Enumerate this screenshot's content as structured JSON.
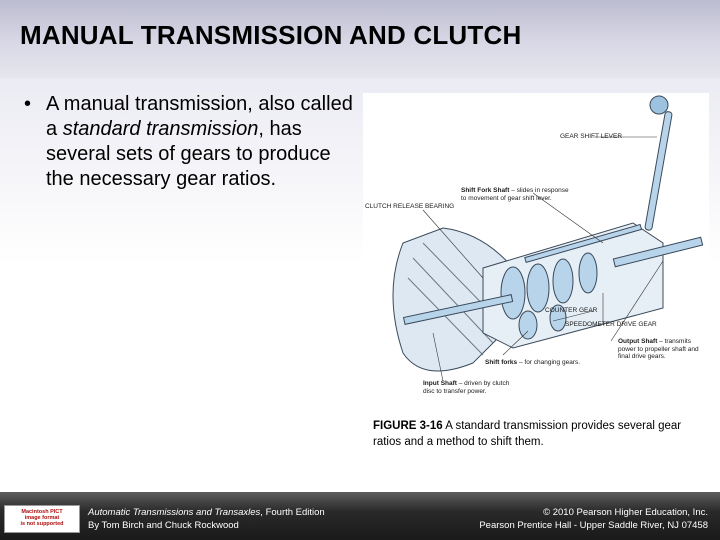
{
  "slide": {
    "title": "MANUAL TRANSMISSION AND CLUTCH",
    "bullet": {
      "symbol": "•",
      "text_part1": "A manual transmission, also called a ",
      "text_italic": "standard transmission",
      "text_part2": ", has several sets of gears to produce the necessary gear ratios."
    }
  },
  "figure": {
    "callouts": {
      "gear_shift_lever": "GEAR SHIFT LEVER",
      "shift_fork_shaft_bold": "Shift Fork Shaft",
      "shift_fork_shaft_desc": " – slides in response to movement of gear shift lever.",
      "clutch_release_bearing": "CLUTCH RELEASE BEARING",
      "counter_gear": "COUNTER GEAR",
      "speedometer_drive_gear": "SPEEDOMETER DRIVE GEAR",
      "output_shaft_bold": "Output Shaft",
      "output_shaft_desc": " – transmits power to propeller shaft and final drive gears.",
      "shift_forks_bold": "Shift forks",
      "shift_forks_desc": " – for changing gears.",
      "input_shaft_bold": "Input Shaft",
      "input_shaft_desc": " – driven by clutch disc to transfer power."
    },
    "caption_label": "FIGURE 3-16",
    "caption_text": " A standard transmission provides several gear ratios and a method to shift them."
  },
  "footer": {
    "logo_text": [
      "Macintosh PICT",
      "image format",
      "is not supported"
    ],
    "book_title": "Automatic Transmissions and Transaxles",
    "edition": ", Fourth Edition",
    "authors": "By Tom Birch and Chuck Rockwood",
    "copyright": "© 2010 Pearson Higher Education, Inc.",
    "publisher": "Pearson Prentice Hall - Upper Saddle River, NJ 07458"
  },
  "colors": {
    "part_fill": "#b8d4ea",
    "part_stroke": "#3a4a5a"
  }
}
